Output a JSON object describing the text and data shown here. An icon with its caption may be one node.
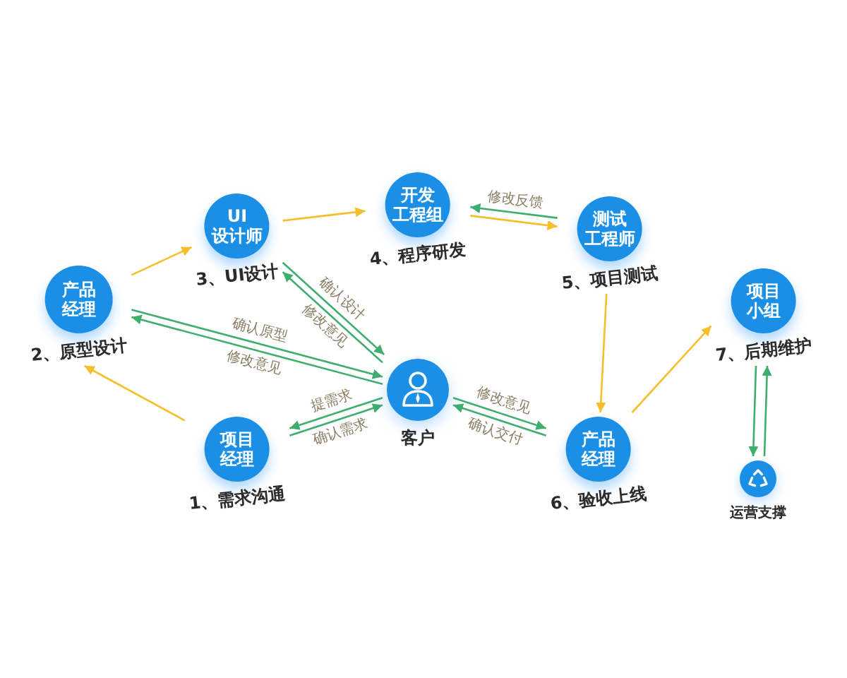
{
  "diagram": {
    "nodes": [
      {
        "text": [
          "UI设计师"
        ],
        "beside": [
          "3、UI设计"
        ]
      },
      {
        "text": [
          "开发工程组"
        ],
        "beside": [
          "4、程序研发"
        ]
      },
      {
        "text": [
          "测试工程师"
        ],
        "beside": [
          "5、项目测试"
        ]
      },
      {
        "text": [
          "产品经理"
        ],
        "beside": [
          "2、原型设计"
        ]
      },
      {
        "text": [
          "客户"
        ]
      },
      {
        "text": [
          "项目小组"
        ],
        "beside": [
          "7、后期维护"
        ]
      },
      {
        "text": [
          "项目经理"
        ],
        "beside": [
          "1、需求沟通"
        ]
      },
      {
        "text": [
          "产品经理"
        ],
        "beside": [
          "6、验收上线"
        ]
      },
      {
        "text": [
          "运营支撑"
        ]
      }
    ],
    "edges": [
      {
        "from": 6,
        "to": 3,
        "arrow": "to",
        "color": "#f4bf2a"
      },
      {
        "from": 3,
        "to": 0,
        "arrow": "to",
        "color": "#f4bf2a"
      },
      {
        "from": 0,
        "to": 1,
        "arrow": "to",
        "color": "#f4bf2a"
      },
      {
        "from": 1,
        "to": 2,
        "arrow": "to",
        "color": "#f4bf2a"
      },
      {
        "from": 2,
        "to": 1,
        "arrow": "to",
        "label": "修改反馈"
      },
      {
        "from": 2,
        "to": 7,
        "arrow": "to",
        "color": "#f4bf2a"
      },
      {
        "from": 7,
        "to": 5,
        "arrow": "to",
        "color": "#f4bf2a"
      },
      {
        "from": 8,
        "to": 5,
        "arrow": "to"
      },
      {
        "from": 5,
        "to": 8,
        "arrow": "to"
      },
      {
        "from": 3,
        "to": 4,
        "arrow": "to",
        "label": "确认原型"
      },
      {
        "from": 4,
        "to": 3,
        "arrow": "to",
        "label": "修改意见"
      },
      {
        "from": 0,
        "to": 4,
        "arrow": "to",
        "label": "确认设计"
      },
      {
        "from": 4,
        "to": 0,
        "arrow": "to",
        "label": "修改意见"
      },
      {
        "from": 4,
        "to": 6,
        "arrow": "to",
        "label": "提需求"
      },
      {
        "from": 6,
        "to": 4,
        "arrow": "to",
        "label": "确认需求"
      },
      {
        "from": 4,
        "to": 7,
        "arrow": "to",
        "label": "修改意见"
      },
      {
        "from": 7,
        "to": 4,
        "arrow": "to",
        "label": "确认交付"
      }
    ]
  }
}
